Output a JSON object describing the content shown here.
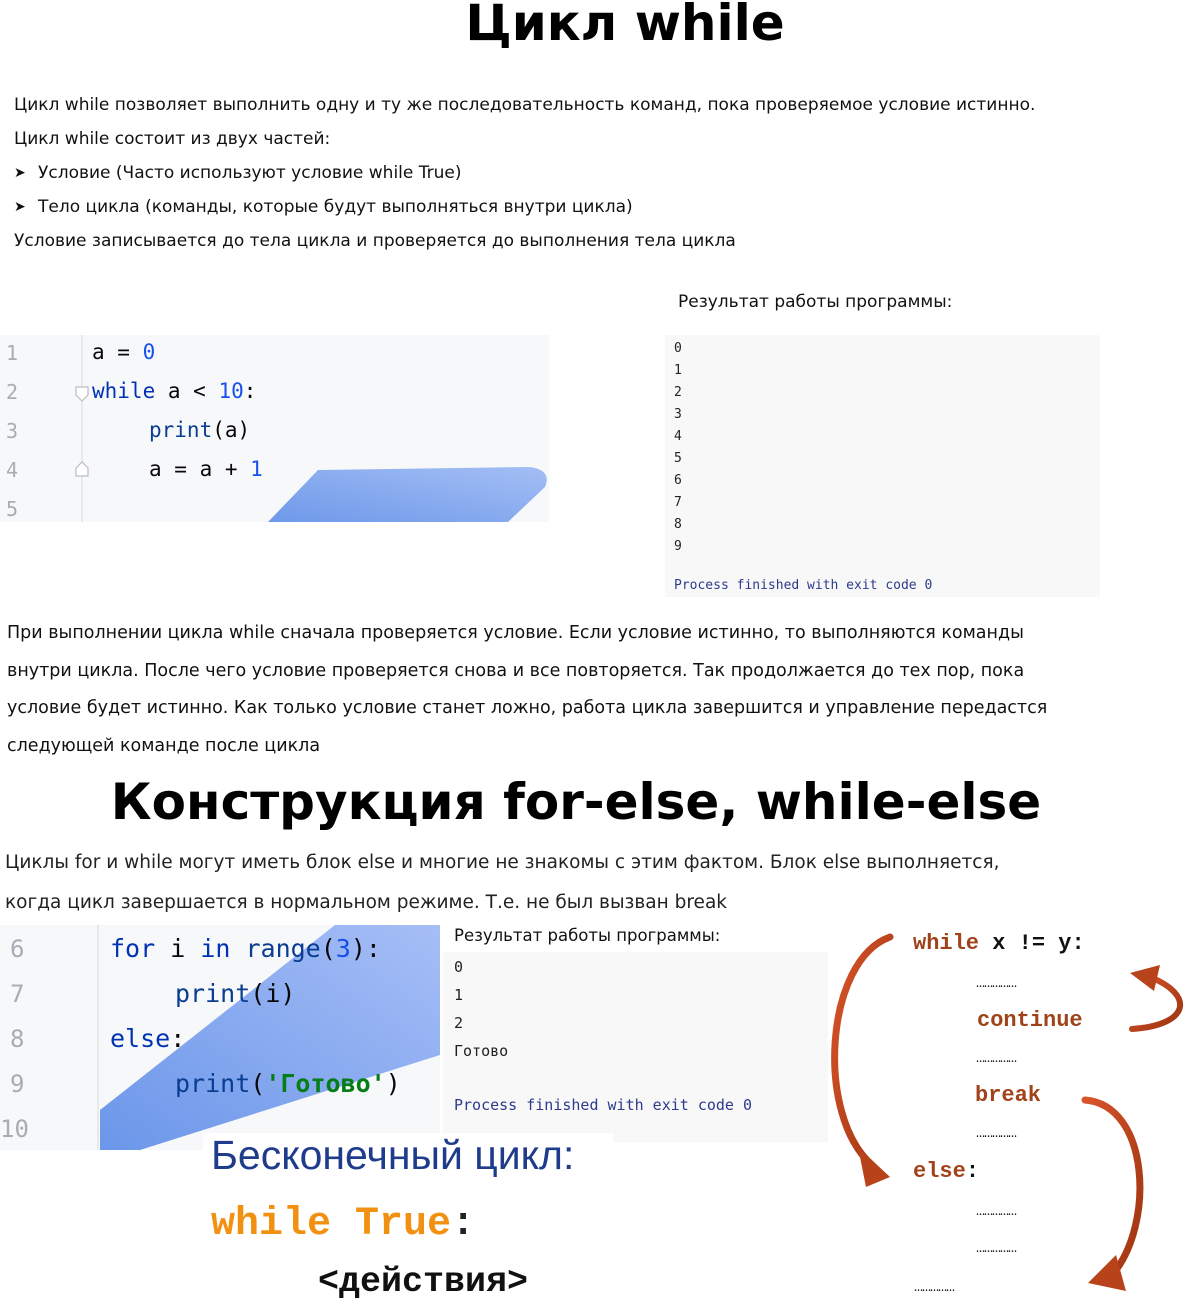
{
  "section1": {
    "title": "Цикл while",
    "intro": "Цикл while позволяет выполнить одну и ту же последовательность команд, пока проверяемое условие истинно.",
    "parts_intro": "Цикл while состоит из двух частей:",
    "bullets": [
      "Условие (Часто используют условие while True)",
      "Тело цикла (команды, которые будут выполняться внутри цикла)"
    ],
    "note": "Условие записывается до тела цикла и проверяется до выполнения тела цикла",
    "result_label": "Результат работы программы:",
    "code_line_numbers": [
      "1",
      "2",
      "3",
      "4",
      "5"
    ],
    "code": {
      "l1": "a = ",
      "l1_num": "0",
      "l2_kw": "while",
      "l2_mid": " a < ",
      "l2_num": "10",
      "l2_end": ":",
      "l3_fn": "print",
      "l3_rest": "(a)",
      "l4": "a = a + ",
      "l4_num": "1"
    },
    "output_lines": [
      "0",
      "1",
      "2",
      "3",
      "4",
      "5",
      "6",
      "7",
      "8",
      "9"
    ],
    "exit_text": "Process finished with exit code 0",
    "explanation": [
      "При выполнении цикла while сначала проверяется условие. Если условие истинно, то выполняются команды",
      "внутри цикла. После чего условие проверяется снова и все повторяется. Так продолжается до тех пор, пока",
      "условие будет истинно. Как только условие станет ложно, работа цикла завершится и управление передастся",
      "следующей команде после цикла"
    ]
  },
  "section2": {
    "title": "Конструкция for-else, while-else",
    "text": [
      "Циклы for и while могут иметь блок else и многие не знакомы с этим фактом. Блок else выполняется,",
      "когда цикл завершается в нормальном режиме. Т.е. не был вызван break"
    ],
    "code_line_numbers": [
      "6",
      "7",
      "8",
      "9",
      "10"
    ],
    "code": {
      "l1_kw": "for",
      "l1_mid": " i ",
      "l1_kw2": "in",
      "l1_fn": " range",
      "l1_open": "(",
      "l1_num": "3",
      "l1_end": "):",
      "l2_fn": "print",
      "l2_rest": "(i)",
      "l3_kw": "else",
      "l3_end": ":",
      "l4_fn": "print",
      "l4_open": "(",
      "l4_str": "'Готово'",
      "l4_close": ")"
    },
    "result_label": "Результат работы программы:",
    "output_lines": [
      "0",
      "1",
      "2",
      "Готово"
    ],
    "exit_text": "Process finished with exit code 0"
  },
  "infinite": {
    "title": "Бесконечный цикл:",
    "kw_while": "while",
    "kw_true": "True",
    "colon": ":",
    "body": "<действия>"
  },
  "flow": {
    "while_kw": "while",
    "while_cond": " x != y",
    "while_colon": ":",
    "continue_kw": "continue",
    "break_kw": "break",
    "else_kw": "else",
    "else_colon": ":",
    "dots": "……………",
    "colors": {
      "keyword": "#a0431a",
      "arrow": "#c0461c"
    }
  }
}
